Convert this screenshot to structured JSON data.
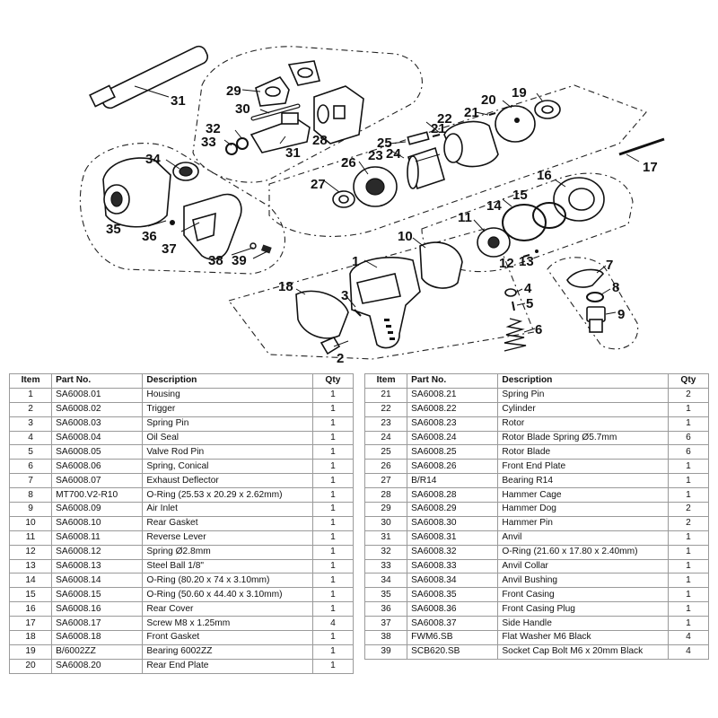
{
  "table": {
    "headers": {
      "item": "Item",
      "part_no": "Part No.",
      "description": "Description",
      "qty": "Qty"
    },
    "left_rows": [
      {
        "item": "1",
        "part_no": "SA6008.01",
        "description": "Housing",
        "qty": "1"
      },
      {
        "item": "2",
        "part_no": "SA6008.02",
        "description": "Trigger",
        "qty": "1"
      },
      {
        "item": "3",
        "part_no": "SA6008.03",
        "description": "Spring Pin",
        "qty": "1"
      },
      {
        "item": "4",
        "part_no": "SA6008.04",
        "description": "Oil Seal",
        "qty": "1"
      },
      {
        "item": "5",
        "part_no": "SA6008.05",
        "description": "Valve Rod Pin",
        "qty": "1"
      },
      {
        "item": "6",
        "part_no": "SA6008.06",
        "description": "Spring, Conical",
        "qty": "1"
      },
      {
        "item": "7",
        "part_no": "SA6008.07",
        "description": "Exhaust Deflector",
        "qty": "1"
      },
      {
        "item": "8",
        "part_no": "MT700.V2-R10",
        "description": "O-Ring (25.53 x 20.29 x 2.62mm)",
        "qty": "1"
      },
      {
        "item": "9",
        "part_no": "SA6008.09",
        "description": "Air Inlet",
        "qty": "1"
      },
      {
        "item": "10",
        "part_no": "SA6008.10",
        "description": "Rear Gasket",
        "qty": "1"
      },
      {
        "item": "11",
        "part_no": "SA6008.11",
        "description": "Reverse Lever",
        "qty": "1"
      },
      {
        "item": "12",
        "part_no": "SA6008.12",
        "description": "Spring Ø2.8mm",
        "qty": "1"
      },
      {
        "item": "13",
        "part_no": "SA6008.13",
        "description": "Steel Ball 1/8\"",
        "qty": "1"
      },
      {
        "item": "14",
        "part_no": "SA6008.14",
        "description": "O-Ring (80.20 x 74 x 3.10mm)",
        "qty": "1"
      },
      {
        "item": "15",
        "part_no": "SA6008.15",
        "description": "O-Ring (50.60 x 44.40 x 3.10mm)",
        "qty": "1"
      },
      {
        "item": "16",
        "part_no": "SA6008.16",
        "description": "Rear Cover",
        "qty": "1"
      },
      {
        "item": "17",
        "part_no": "SA6008.17",
        "description": "Screw M8 x 1.25mm",
        "qty": "4"
      },
      {
        "item": "18",
        "part_no": "SA6008.18",
        "description": "Front Gasket",
        "qty": "1"
      },
      {
        "item": "19",
        "part_no": "B/6002ZZ",
        "description": "Bearing 6002ZZ",
        "qty": "1"
      },
      {
        "item": "20",
        "part_no": "SA6008.20",
        "description": "Rear End Plate",
        "qty": "1"
      }
    ],
    "right_rows": [
      {
        "item": "21",
        "part_no": "SA6008.21",
        "description": "Spring Pin",
        "qty": "2"
      },
      {
        "item": "22",
        "part_no": "SA6008.22",
        "description": "Cylinder",
        "qty": "1"
      },
      {
        "item": "23",
        "part_no": "SA6008.23",
        "description": "Rotor",
        "qty": "1"
      },
      {
        "item": "24",
        "part_no": "SA6008.24",
        "description": "Rotor Blade Spring Ø5.7mm",
        "qty": "6"
      },
      {
        "item": "25",
        "part_no": "SA6008.25",
        "description": "Rotor Blade",
        "qty": "6"
      },
      {
        "item": "26",
        "part_no": "SA6008.26",
        "description": "Front End Plate",
        "qty": "1"
      },
      {
        "item": "27",
        "part_no": "B/R14",
        "description": "Bearing R14",
        "qty": "1"
      },
      {
        "item": "28",
        "part_no": "SA6008.28",
        "description": "Hammer Cage",
        "qty": "1"
      },
      {
        "item": "29",
        "part_no": "SA6008.29",
        "description": "Hammer Dog",
        "qty": "2"
      },
      {
        "item": "30",
        "part_no": "SA6008.30",
        "description": "Hammer Pin",
        "qty": "2"
      },
      {
        "item": "31",
        "part_no": "SA6008.31",
        "description": "Anvil",
        "qty": "1"
      },
      {
        "item": "32",
        "part_no": "SA6008.32",
        "description": "O-Ring (21.60 x 17.80 x 2.40mm)",
        "qty": "1"
      },
      {
        "item": "33",
        "part_no": "SA6008.33",
        "description": "Anvil Collar",
        "qty": "1"
      },
      {
        "item": "34",
        "part_no": "SA6008.34",
        "description": "Anvil Bushing",
        "qty": "1"
      },
      {
        "item": "35",
        "part_no": "SA6008.35",
        "description": "Front Casing",
        "qty": "1"
      },
      {
        "item": "36",
        "part_no": "SA6008.36",
        "description": "Front Casing Plug",
        "qty": "1"
      },
      {
        "item": "37",
        "part_no": "SA6008.37",
        "description": "Side Handle",
        "qty": "1"
      },
      {
        "item": "38",
        "part_no": "FWM6.SB",
        "description": "Flat Washer M6 Black",
        "qty": "4"
      },
      {
        "item": "39",
        "part_no": "SCB620.SB",
        "description": "Socket Cap Bolt M6 x 20mm Black",
        "qty": "4"
      }
    ]
  },
  "callouts": {
    "c1": "1",
    "c2": "2",
    "c3": "3",
    "c4": "4",
    "c5": "5",
    "c6": "6",
    "c7": "7",
    "c8": "8",
    "c9": "9",
    "c10": "10",
    "c11": "11",
    "c12": "12",
    "c13": "13",
    "c14": "14",
    "c15": "15",
    "c16": "16",
    "c17": "17",
    "c18": "18",
    "c19": "19",
    "c20": "20",
    "c21a": "21",
    "c21b": "21",
    "c22": "22",
    "c23": "23",
    "c24": "24",
    "c25": "25",
    "c26": "26",
    "c27": "27",
    "c28": "28",
    "c29": "29",
    "c30": "30",
    "c31a": "31",
    "c31b": "31",
    "c32": "32",
    "c33": "33",
    "c34": "34",
    "c35": "35",
    "c36": "36",
    "c37": "37",
    "c38": "38",
    "c39": "39"
  }
}
